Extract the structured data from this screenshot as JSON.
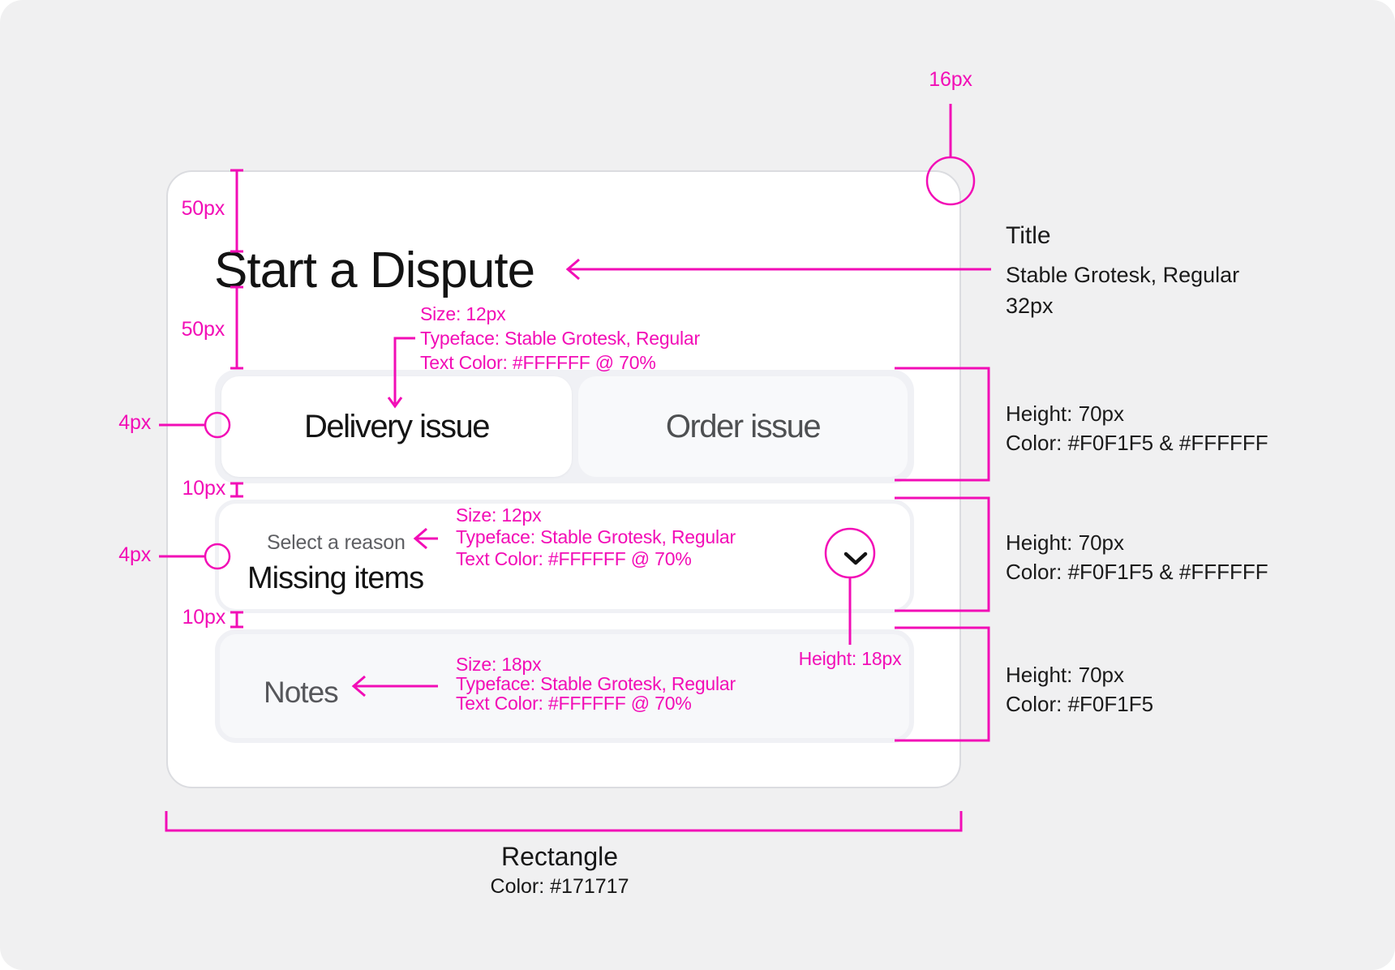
{
  "colors": {
    "annotation_pink": "#F20DB6",
    "canvas_bg": "#F0F0F1",
    "card_bg": "#FFFFFF",
    "row_gray": "#F0F1F5",
    "dark_text": "#171717"
  },
  "card": {
    "title": "Start a Dispute"
  },
  "tabs": {
    "delivery": "Delivery issue",
    "order": "Order issue"
  },
  "dropdown": {
    "label": "Select a reason",
    "value": "Missing items"
  },
  "notes": {
    "placeholder": "Notes"
  },
  "measurements": {
    "corner_radius": "16px",
    "top_padding": "50px",
    "title_gap": "50px",
    "dot_offset_1": "4px",
    "dot_offset_2": "4px",
    "row_gap_1": "10px",
    "row_gap_2": "10px",
    "chevron_height": "Height: 18px"
  },
  "spec_blocks": {
    "tab_text": {
      "lines": [
        "Size: 12px",
        "Typeface: Stable Grotesk, Regular",
        "Text Color: #FFFFFF @ 70%"
      ]
    },
    "dropdown_text": {
      "lines": [
        "Size: 12px",
        "Typeface: Stable Grotesk, Regular",
        "Text Color: #FFFFFF @ 70%"
      ]
    },
    "notes_text": {
      "lines": [
        "Size: 18px",
        "Typeface: Stable Grotesk, Regular",
        "Text Color: #FFFFFF @ 70%"
      ]
    }
  },
  "right_column": {
    "title_spec": {
      "heading": "Title",
      "lines": [
        "Stable Grotesk, Regular",
        "32px"
      ]
    },
    "row_specs": [
      {
        "lines": [
          "Height: 70px",
          "Color: #F0F1F5 & #FFFFFF"
        ]
      },
      {
        "lines": [
          "Height: 70px",
          "Color: #F0F1F5 & #FFFFFF"
        ]
      },
      {
        "lines": [
          "Height: 70px",
          "Color: #F0F1F5"
        ]
      }
    ]
  },
  "footer": {
    "heading": "Rectangle",
    "subheading": "Color: #171717"
  }
}
